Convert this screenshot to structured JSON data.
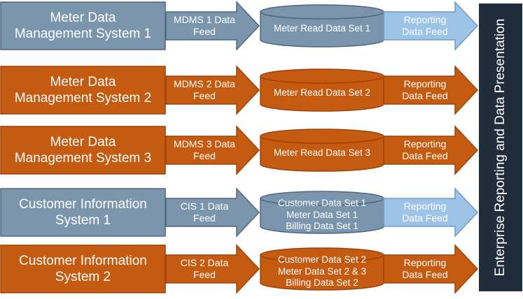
{
  "colors": {
    "blue": "#7b95ad",
    "blue_dark": "#4f6680",
    "orange": "#c55a11",
    "orange_dark": "#9c4309",
    "light_blue": "#9dc3e6",
    "light_blue_dark": "#6f9ac2",
    "navy": "#1f2d3d"
  },
  "rows": [
    {
      "theme": "blue",
      "reporting_theme": "light",
      "source": "Meter Data\nManagement System 1",
      "feed": "MDMS 1  Data\nFeed",
      "dataset": "Meter Read Data Set 1",
      "reporting": "Reporting\nData Feed"
    },
    {
      "theme": "orange",
      "reporting_theme": "orange",
      "source": "Meter Data\nManagement System 2",
      "feed": "MDMS  2 Data\nFeed",
      "dataset": "Meter Read Data Set 2",
      "reporting": "Reporting\nData Feed"
    },
    {
      "theme": "orange",
      "reporting_theme": "orange",
      "source": "Meter Data\nManagement System 3",
      "feed": "MDMS 3  Data\nFeed",
      "dataset": "Meter Read Data Set 3",
      "reporting": "Reporting\nData Feed"
    },
    {
      "theme": "blue",
      "reporting_theme": "light",
      "source": "Customer Information\nSystem 1",
      "feed": "CIS 1 Data\nFeed",
      "dataset": "Customer Data Set 1\nMeter Data Set 1\nBilling Data Set 1",
      "reporting": "Reporting\nData Feed"
    },
    {
      "theme": "orange",
      "reporting_theme": "orange",
      "source": "Customer Information\nSystem 2",
      "feed": "CIS 2 Data\nFeed",
      "dataset": "Customer Data Set 2\nMeter Data Set 2 & 3\nBilling Data Set 2",
      "reporting": "Reporting\nData Feed"
    }
  ],
  "enterprise": {
    "label": "Enterprise Reporting and Data Presentation"
  }
}
